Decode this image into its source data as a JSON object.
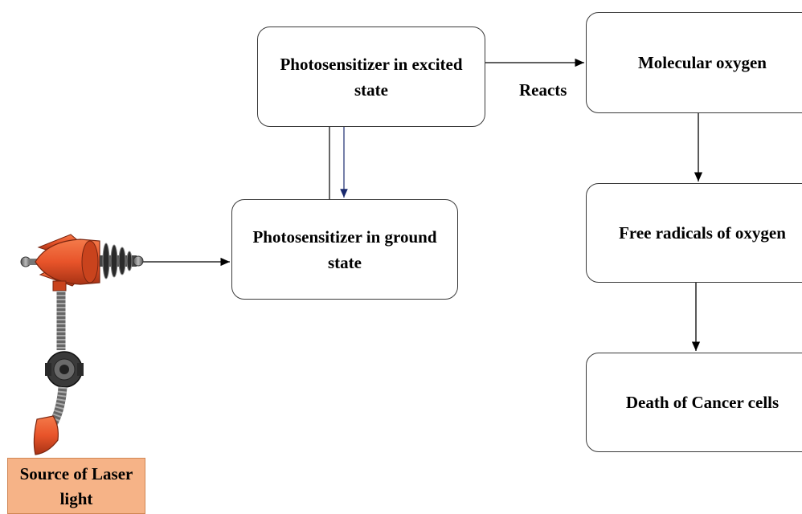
{
  "nodes": {
    "excited": "Photosensitizer in excited state",
    "ground": "Photosensitizer in ground state",
    "oxygen": "Molecular oxygen",
    "radicals": "Free radicals of oxygen",
    "death": "Death of Cancer cells"
  },
  "edge_labels": {
    "reacts": "Reacts"
  },
  "source": {
    "label": "Source of Laser light"
  },
  "colors": {
    "gun_body": "#e8542a",
    "label_fill": "#f6b387",
    "down_arrow": "#1a2a6e"
  },
  "icons": {
    "laser": "laser-gun-icon"
  }
}
